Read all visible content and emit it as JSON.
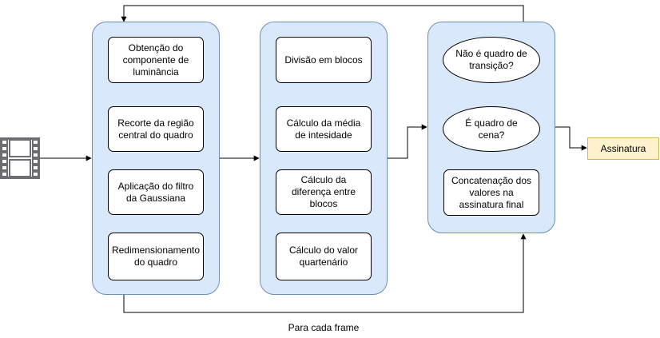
{
  "input_icon": "film-strip-icon",
  "stage1": {
    "steps": [
      "Obtenção do componente de luminância",
      "Recorte da região central do quadro",
      "Aplicação do filtro da Gaussiana",
      "Redimensionamento do quadro"
    ]
  },
  "stage2": {
    "steps": [
      "Divisão em blocos",
      "Cálculo da média de intesidade",
      "Cálculo da diferença entre blocos",
      "Cálculo do valor quartenário"
    ]
  },
  "stage3": {
    "decisions": [
      "Não é quadro de transição?",
      "É quadro de cena?"
    ],
    "final_step": "Concatenação dos valores na assinatura final"
  },
  "output": {
    "label": "Assinatura"
  },
  "loop": {
    "label": "Para cada frame"
  },
  "colors": {
    "stage_fill": "#dae8fc",
    "stage_stroke": "#6c8ebf",
    "output_fill": "#fff2cc",
    "output_stroke": "#d6b656",
    "icon_fill": "#6d6e71"
  }
}
